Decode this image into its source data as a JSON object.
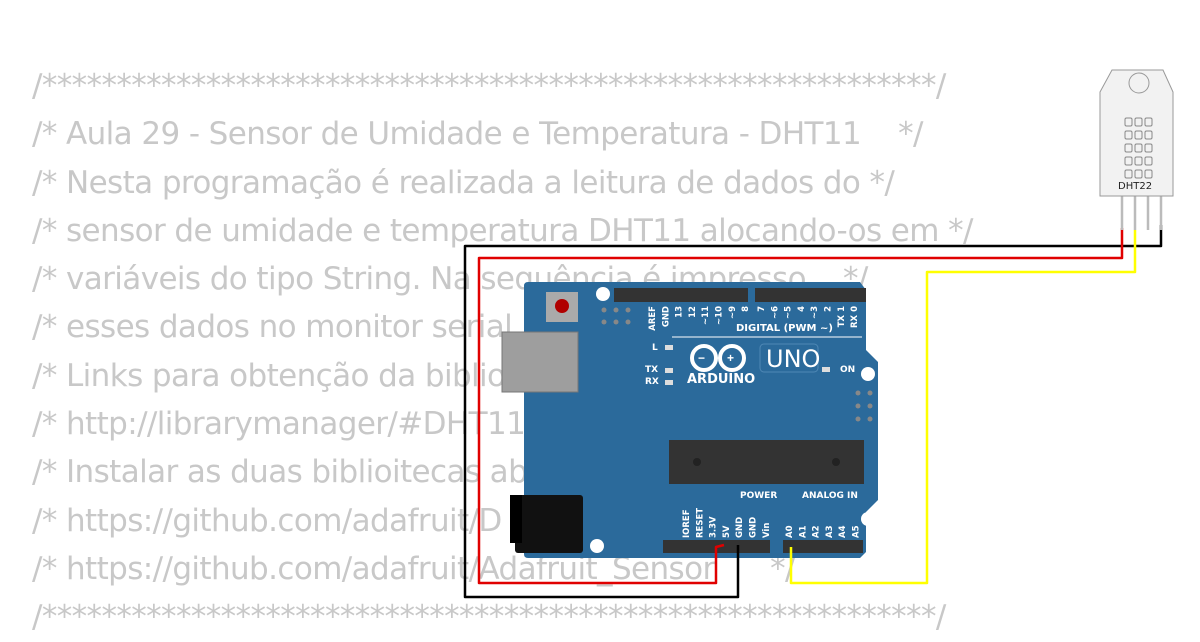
{
  "code_comment": {
    "lines": [
      "/************************************************************/",
      "/* Aula 29 - Sensor de Umidade e Temperatura - DHT11    */",
      "/* Nesta programação é realizada a leitura de dados do */",
      "/* sensor de umidade e temperatura DHT11 alocando-os em */",
      "/* variáveis do tipo String. Na sequência é impresso    */",
      "/* esses dados no monitor serial",
      "/* Links para obtenção da biblio",
      "/* http://librarymanager/#DHT11",
      "/* Instalar as duas biblioitecas ab",
      "/* https://github.com/adafruit/D",
      "/* https://github.com/adafruit/Adafruit_Sensor      */",
      "/************************************************************/"
    ]
  },
  "sensor": {
    "label": "DHT22"
  },
  "board": {
    "brand": "ARDUINO",
    "model": "UNO",
    "digital_label": "DIGITAL (PWM ~)",
    "power_label": "POWER",
    "analog_label": "ANALOG IN",
    "led_l": "L",
    "led_tx": "TX",
    "led_rx": "RX",
    "led_on": "ON",
    "digital_pins": [
      "AREF",
      "GND",
      "13",
      "12",
      "~11",
      "~10",
      "~9",
      "8",
      "7",
      "~6",
      "~5",
      "4",
      "~3",
      "2",
      "TX 1",
      "RX 0"
    ],
    "power_pins": [
      "IOREF",
      "RESET",
      "3.3V",
      "5V",
      "GND",
      "GND",
      "Vin"
    ],
    "analog_pins": [
      "A0",
      "A1",
      "A2",
      "A3",
      "A4",
      "A5"
    ]
  },
  "colors": {
    "board": "#2b6a9b",
    "wire_vcc": "#e00000",
    "wire_gnd": "#000000",
    "wire_data": "#ffff00",
    "code_text": "#c8c8c8"
  }
}
